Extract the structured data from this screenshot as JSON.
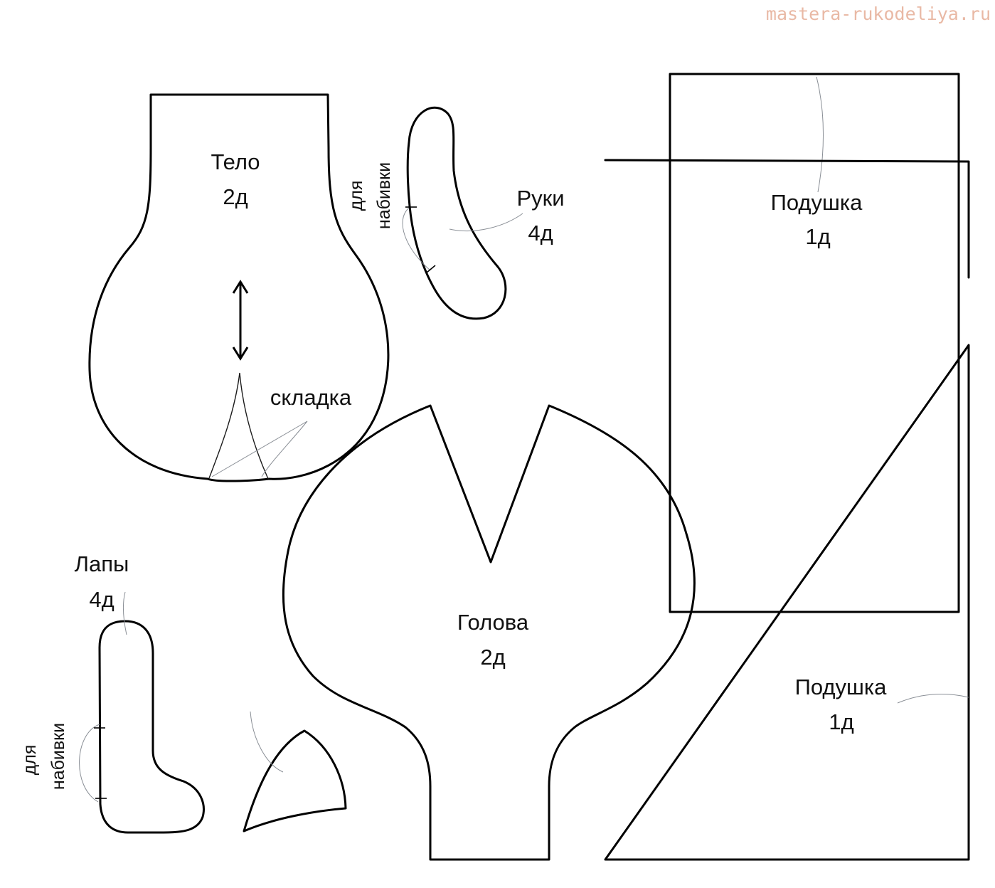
{
  "watermark": "mastera-rukodeliya.ru",
  "pieces": {
    "body": {
      "name": "Тело",
      "count": "2д",
      "fold_label": "складка",
      "stuffing_label_1": "для",
      "stuffing_label_2": "набивки"
    },
    "arms": {
      "name": "Руки",
      "count": "4д"
    },
    "pillow_top": {
      "name": "Подушка",
      "count": "1д"
    },
    "pillow_bottom": {
      "name": "Подушка",
      "count": "1д"
    },
    "head": {
      "name": "Голова",
      "count": "2д"
    },
    "paws": {
      "name": "Лапы",
      "count": "4д",
      "stuffing_label_1": "для",
      "stuffing_label_2": "набивки"
    }
  },
  "colors": {
    "outline": "#000000",
    "watermark": "#e9b9a5"
  }
}
